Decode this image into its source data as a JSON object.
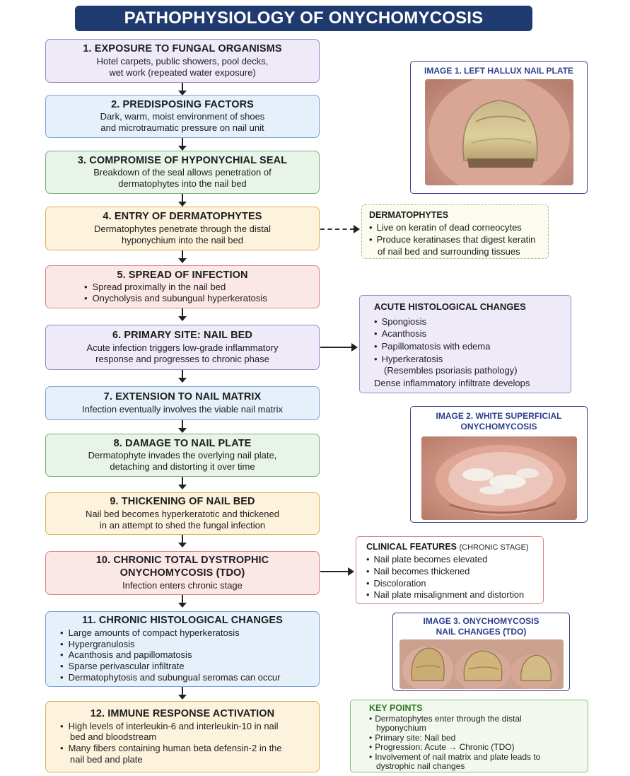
{
  "title": "PATHOPHYSIOLOGY OF ONYCHOMYCOSIS",
  "steps": [
    {
      "title": "1. EXPOSURE TO FUNGAL ORGANISMS",
      "lines": [
        "Hotel carpets, public showers, pool decks,",
        "wet work (repeated water exposure)"
      ]
    },
    {
      "title": "2. PREDISPOSING FACTORS",
      "lines": [
        "Dark, warm, moist environment of shoes",
        "and microtraumatic pressure on nail unit"
      ]
    },
    {
      "title": "3. COMPROMISE OF HYPONYCHIAL SEAL",
      "lines": [
        "Breakdown of the seal allows penetration of",
        "dermatophytes into the nail bed"
      ]
    },
    {
      "title": "4. ENTRY OF DERMATOPHYTES",
      "lines": [
        "Dermatophytes penetrate through the distal",
        "hyponychium into the nail bed"
      ]
    },
    {
      "title": "5. SPREAD OF INFECTION",
      "bullets": [
        "Spread proximally in the nail bed",
        "Onycholysis and subungual hyperkeratosis"
      ]
    },
    {
      "title": "6. PRIMARY SITE: NAIL BED",
      "lines": [
        "Acute infection triggers low-grade inflammatory",
        "response and progresses to chronic phase"
      ]
    },
    {
      "title": "7. EXTENSION TO NAIL MATRIX",
      "lines": [
        "Infection eventually involves the viable nail matrix"
      ]
    },
    {
      "title": "8. DAMAGE TO NAIL PLATE",
      "lines": [
        "Dermatophyte invades the overlying nail plate,",
        "detaching and distorting it over time"
      ]
    },
    {
      "title": "9. THICKENING OF NAIL BED",
      "lines": [
        "Nail bed becomes hyperkeratotic and thickened",
        "in an attempt to shed the fungal infection"
      ]
    },
    {
      "title_lines": [
        "10. CHRONIC TOTAL DYSTROPHIC",
        "ONYCHOMYCOSIS (TDO)"
      ],
      "lines": [
        "Infection enters chronic stage"
      ]
    },
    {
      "title": "11. CHRONIC HISTOLOGICAL CHANGES",
      "bullets": [
        "Large amounts of compact hyperkeratosis",
        "Hypergranulosis",
        "Acanthosis and papillomatosis",
        "Sparse perivascular infiltrate",
        "Dermatophytosis and subungual seromas can occur"
      ]
    },
    {
      "title": "12. IMMUNE RESPONSE ACTIVATION",
      "bullets": [
        "High levels of interleukin-6 and interleukin-10 in nail bed and bloodstream",
        "Many fibers containing human beta defensin-2 in the nail bed and plate"
      ]
    }
  ],
  "images": {
    "image1": {
      "caption": "IMAGE 1. LEFT HALLUX NAIL PLATE"
    },
    "image2": {
      "caption_lines": [
        "IMAGE 2. WHITE SUPERFICIAL",
        "ONYCHOMYCOSIS"
      ]
    },
    "image3": {
      "caption_lines": [
        "IMAGE 3. ONYCHOMYCOSIS",
        "NAIL CHANGES (TDO)"
      ]
    }
  },
  "dermatophytes_box": {
    "title": "DERMATOPHYTES",
    "bullets": [
      "Live on keratin of dead corneocytes",
      "Produce keratinases that digest keratin of nail bed and surrounding tissues"
    ]
  },
  "acute_box": {
    "title": "ACUTE HISTOLOGICAL CHANGES",
    "bullets": [
      "Spongiosis",
      "Acanthosis",
      "Papillomatosis with edema",
      "Hyperkeratosis"
    ],
    "note": "(Resembles psoriasis pathology)",
    "footer": "Dense inflammatory infiltrate develops"
  },
  "clinical_box": {
    "title": "CLINICAL FEATURES",
    "subtitle": "(CHRONIC STAGE)",
    "bullets": [
      "Nail plate becomes elevated",
      "Nail becomes thickened",
      "Discoloration",
      "Nail plate misalignment and distortion"
    ]
  },
  "key_points": {
    "title": "KEY POINTS",
    "bullets": [
      "Dermatophytes enter through the distal hyponychium",
      "Primary site: Nail bed",
      "Progression: Acute → Chronic (TDO)",
      "Involvement of nail matrix and plate leads to dystrophic nail changes"
    ]
  },
  "colors": {
    "banner": "#1f3a6f",
    "purple": "#efeaf7",
    "blue": "#e5f0fb",
    "green": "#e8f4e8",
    "yellow": "#fdf3dc",
    "red": "#fbe7e6",
    "key_points_title": "#2d7a1f",
    "image_caption": "#2c3e8c"
  }
}
